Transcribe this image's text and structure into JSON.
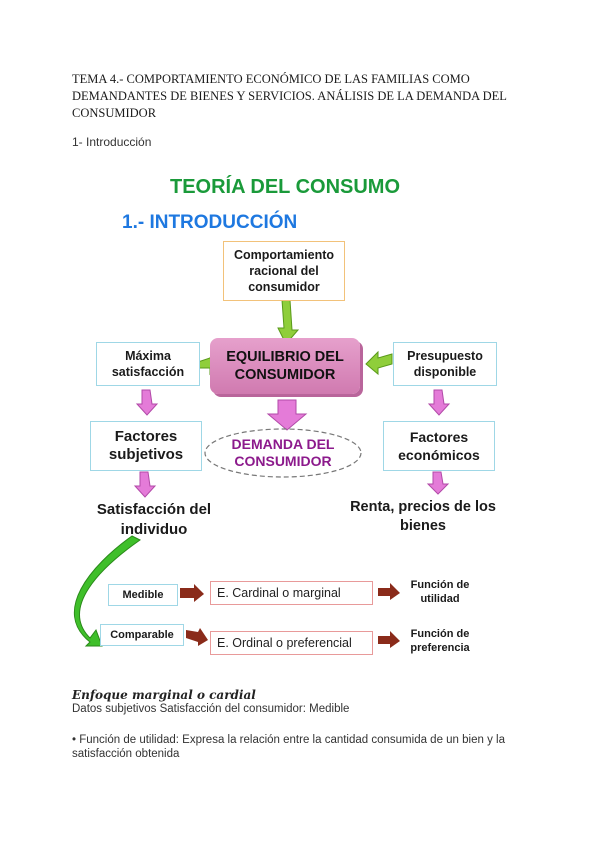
{
  "doc": {
    "title": "TEMA 4.- COMPORTAMIENTO ECONÓMICO DE LAS FAMILIAS COMO DEMANDANTES DE BIENES Y SERVICIOS. ANÁLISIS DE LA DEMANDA DEL CONSUMIDOR",
    "subtitle": "1- Introducción"
  },
  "diagram": {
    "heading": "TEORÍA DEL CONSUMO",
    "section": "1.- INTRODUCCIÓN",
    "comportamiento": "Comportamiento racional del consumidor",
    "maxima": "Máxima satisfacción",
    "equilibrio": "EQUILIBRIO DEL CONSUMIDOR",
    "presupuesto": "Presupuesto disponible",
    "factores_subjetivos": "Factores subjetivos",
    "demanda": "DEMANDA DEL CONSUMIDOR",
    "factores_economicos": "Factores económicos",
    "satisfaccion": "Satisfacción del individuo",
    "renta": "Renta, precios de los bienes",
    "medible": "Medible",
    "comparable": "Comparable",
    "cardinal": "E. Cardinal o marginal",
    "ordinal": "E. Ordinal o preferencial",
    "func_utilidad": "Función de utilidad",
    "func_preferencia": "Función de preferencia",
    "colors": {
      "heading": "#1a9a3a",
      "section": "#1e78e0",
      "demanda": "#8c1a8c",
      "equilibrio": "#d88bbe"
    }
  },
  "body": {
    "enfoque": "Enfoque marginal o cardial",
    "datos": "Datos subjetivos Satisfacción del consumidor: Medible",
    "funcion": "• Función de utilidad: Expresa la relación entre la cantidad consumida de un bien y la satisfacción obtenida"
  }
}
